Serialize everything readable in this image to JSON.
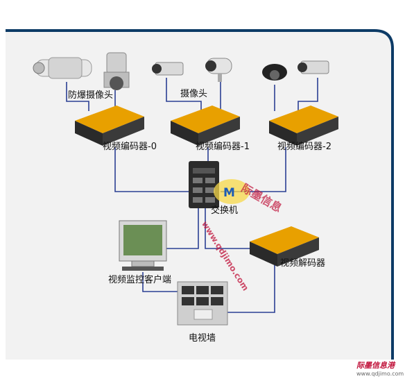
{
  "diagram": {
    "nodes": {
      "cam_ex1": "",
      "cam_ex2": "",
      "cam_1": "",
      "cam_2": "",
      "cam_dome": "",
      "cam_3": "",
      "enc0": "视频编码器-0",
      "enc1": "视频编码器-1",
      "enc2": "视频编码器-2",
      "switch": "交换机",
      "client": "视频监控客户端",
      "decoder": "视频解码器",
      "tvwall": "电视墙"
    },
    "camera_labels": {
      "explosion": "防爆摄像头",
      "camera": "摄像头"
    }
  },
  "watermark": {
    "diagonal_text": "www.qdjimo.com",
    "center_text": "际墨信息",
    "corner_brand": "际墨信息港",
    "corner_url": "www.qdjimo.com"
  },
  "colors": {
    "line": "#2b3f93",
    "frame": "#0d3b66",
    "panel": "#f2f2f2",
    "device_body": "#2a2a2a",
    "device_accent": "#e8a000"
  }
}
